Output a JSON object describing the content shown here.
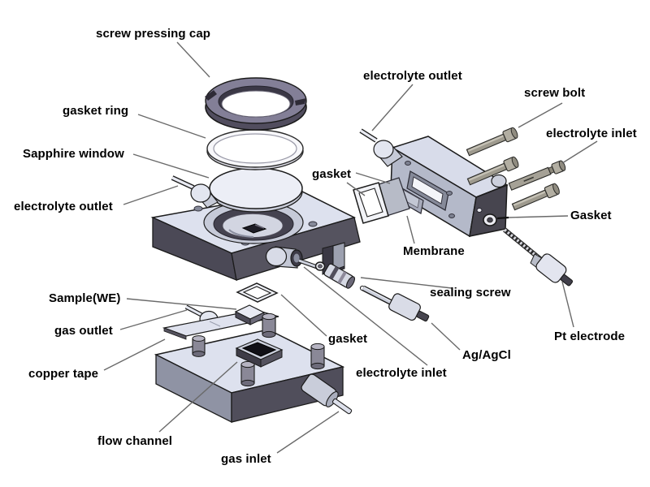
{
  "diagram": {
    "labels": {
      "screw_pressing_cap": "screw pressing cap",
      "gasket_ring": "gasket ring",
      "sapphire_window": "Sapphire window",
      "electrolyte_outlet_left": "electrolyte outlet",
      "electrolyte_outlet_top": "electrolyte outlet",
      "screw_bolt": "screw bolt",
      "electrolyte_inlet_right": "electrolyte inlet",
      "gasket_mid": "gasket",
      "gasket_right": "Gasket",
      "membrane": "Membrane",
      "sealing_screw": "sealing screw",
      "pt_electrode": "Pt electrode",
      "ag_agcl": "Ag/AgCl",
      "sample_we": "Sample(WE)",
      "gas_outlet": "gas outlet",
      "copper_tape": "copper tape",
      "gasket_bottom": "gasket",
      "electrolyte_inlet_bottom": "electrolyte inlet",
      "flow_channel": "flow channel",
      "gas_inlet": "gas inlet"
    },
    "colors": {
      "background": "#ffffff",
      "label_text": "#000000",
      "leader_line": "#6a6a6a",
      "outline": "#1b1b1b",
      "light_face": "#dde1ee",
      "mid_face": "#b6bbcb",
      "dark_face": "#4f4d5a",
      "cap_ring": "#837f97",
      "bolt_metal": "#a29e91"
    }
  }
}
